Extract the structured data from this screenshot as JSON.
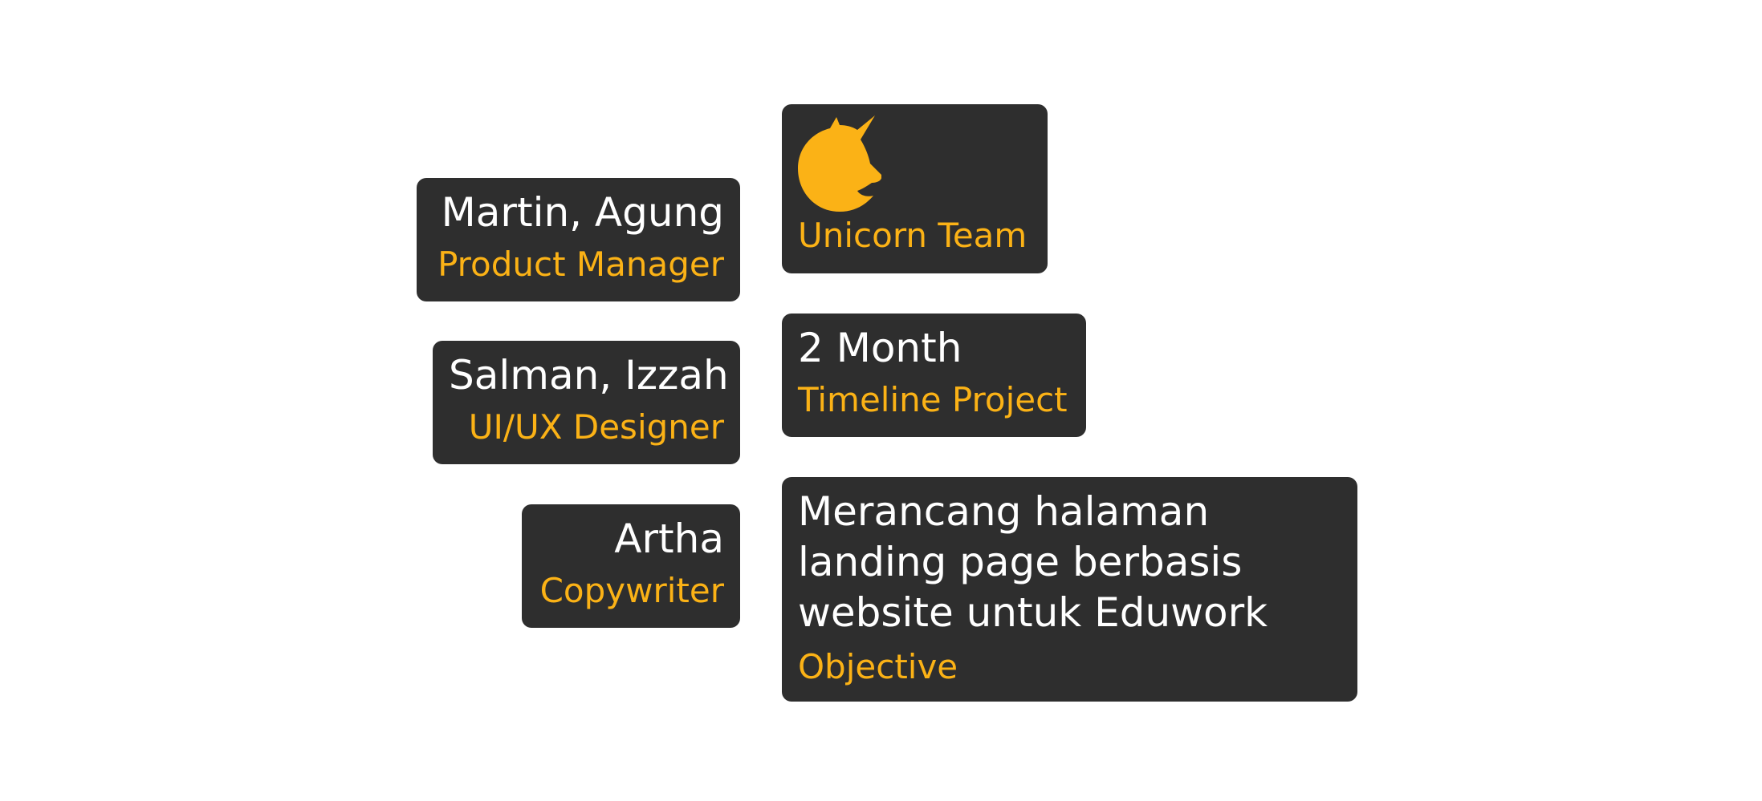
{
  "colors": {
    "background": "#ffffff",
    "card": "#2e2e2e",
    "primary_text": "#ffffff",
    "accent": "#fbb216"
  },
  "team_members": [
    {
      "name": "Martin, Agung",
      "role": "Product Manager"
    },
    {
      "name": "Salman, Izzah",
      "role": "UI/UX Designer"
    },
    {
      "name": "Artha",
      "role": "Copywriter"
    }
  ],
  "team": {
    "icon": "unicorn-icon",
    "label": "Unicorn Team"
  },
  "timeline": {
    "value": "2 Month",
    "label": "Timeline Project"
  },
  "objective": {
    "text": "Merancang halaman landing page berbasis website untuk Eduwork",
    "label": "Objective"
  }
}
